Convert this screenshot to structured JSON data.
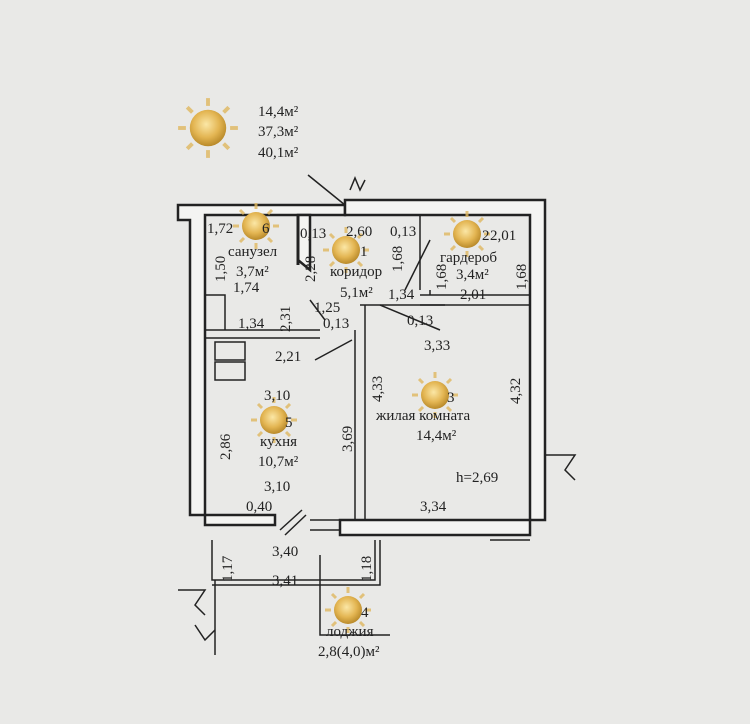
{
  "summary": {
    "living_area": "14,4м²",
    "total_area": "37,3м²",
    "total_area_with_loggia": "40,1м²"
  },
  "rooms": {
    "bathroom": {
      "number": "6",
      "name": "санузел",
      "area": "3,7м²"
    },
    "corridor": {
      "number": "1",
      "name": "коридор",
      "area": "5,1м²"
    },
    "wardrobe": {
      "number": "2",
      "name": "гардероб",
      "area": "3,4м²"
    },
    "living": {
      "number": "3",
      "name": "жилая комната",
      "area": "14,4м²",
      "height": "h=2,69"
    },
    "kitchen": {
      "number": "5",
      "name": "кухня",
      "area": "10,7м²"
    },
    "loggia": {
      "number": "4",
      "name": "лоджия",
      "area": "2,8(4,0)м²"
    }
  },
  "dimensions": {
    "d172": "1,72",
    "d013a": "0,13",
    "d260": "2,60",
    "d013b": "0,13",
    "d201a": "2,01",
    "d150": "1,50",
    "d228": "2,28",
    "d168a": "1,68",
    "d168b": "1,68",
    "d168c": "1,68",
    "d174": "1,74",
    "d134a": "1,34",
    "d201b": "2,01",
    "d231": "2,31",
    "d125": "1,25",
    "d134b": "1,34",
    "d013c": "0,13",
    "d013d": "0,13",
    "d333": "3,33",
    "d221": "2,21",
    "d433": "4,33",
    "d432": "4,32",
    "d310a": "3,10",
    "d369": "3,69",
    "d286": "2,86",
    "d310b": "3,10",
    "d334": "3,34",
    "d040": "0,40",
    "d340": "3,40",
    "d117": "1,17",
    "d118": "1,18",
    "d341": "3,41"
  }
}
